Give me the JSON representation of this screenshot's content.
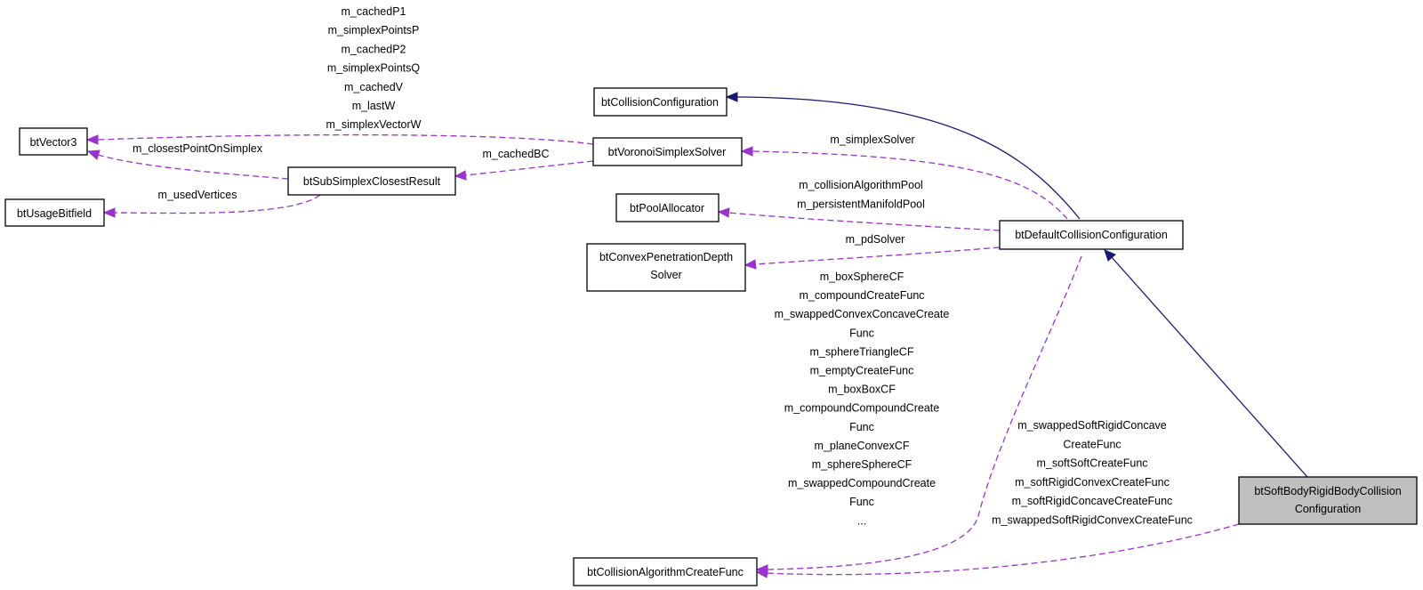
{
  "nodes": {
    "btVector3": "btVector3",
    "btUsageBitfield": "btUsageBitfield",
    "btSubSimplexClosestResult": "btSubSimplexClosestResult",
    "btCollisionConfiguration": "btCollisionConfiguration",
    "btVoronoiSimplexSolver": "btVoronoiSimplexSolver",
    "btPoolAllocator": "btPoolAllocator",
    "btConvexPenetrationDepthSolver": [
      "btConvexPenetrationDepth",
      "Solver"
    ],
    "btDefaultCollisionConfiguration": "btDefaultCollisionConfiguration",
    "btCollisionAlgorithmCreateFunc": "btCollisionAlgorithmCreateFunc",
    "btSoftBodyRigidBodyCollisionConfiguration": [
      "btSoftBodyRigidBodyCollision",
      "Configuration"
    ]
  },
  "labels": {
    "voronoi_to_vector3": [
      "m_cachedP1",
      "m_simplexPointsP",
      "m_cachedP2",
      "m_simplexPointsQ",
      "m_cachedV",
      "m_lastW",
      "m_simplexVectorW"
    ],
    "subsimplex_to_vector3": [
      "m_closestPointOnSimplex"
    ],
    "subsimplex_to_usage": [
      "m_usedVertices"
    ],
    "voronoi_to_subsimplex": [
      "m_cachedBC"
    ],
    "default_to_voronoi": [
      "m_simplexSolver"
    ],
    "default_to_pool": [
      "m_collisionAlgorithmPool",
      "m_persistentManifoldPool"
    ],
    "default_to_pendepth": [
      "m_pdSolver"
    ],
    "default_to_createfunc": [
      "m_boxSphereCF",
      "m_compoundCreateFunc",
      "m_swappedConvexConcaveCreate",
      "Func",
      "m_sphereTriangleCF",
      "m_emptyCreateFunc",
      "m_boxBoxCF",
      "m_compoundCompoundCreate",
      "Func",
      "m_planeConvexCF",
      "m_sphereSphereCF",
      "m_swappedCompoundCreate",
      "Func",
      "..."
    ],
    "softbody_to_createfunc": [
      "m_swappedSoftRigidConcave",
      "CreateFunc",
      "m_softSoftCreateFunc",
      "m_softRigidConvexCreateFunc",
      "m_softRigidConcaveCreateFunc",
      "m_swappedSoftRigidConvexCreateFunc"
    ]
  },
  "colors": {
    "inheritance_edge": "#191970",
    "usage_edge": "#9a32cd",
    "focus_node_fill": "#bfbfbf"
  }
}
